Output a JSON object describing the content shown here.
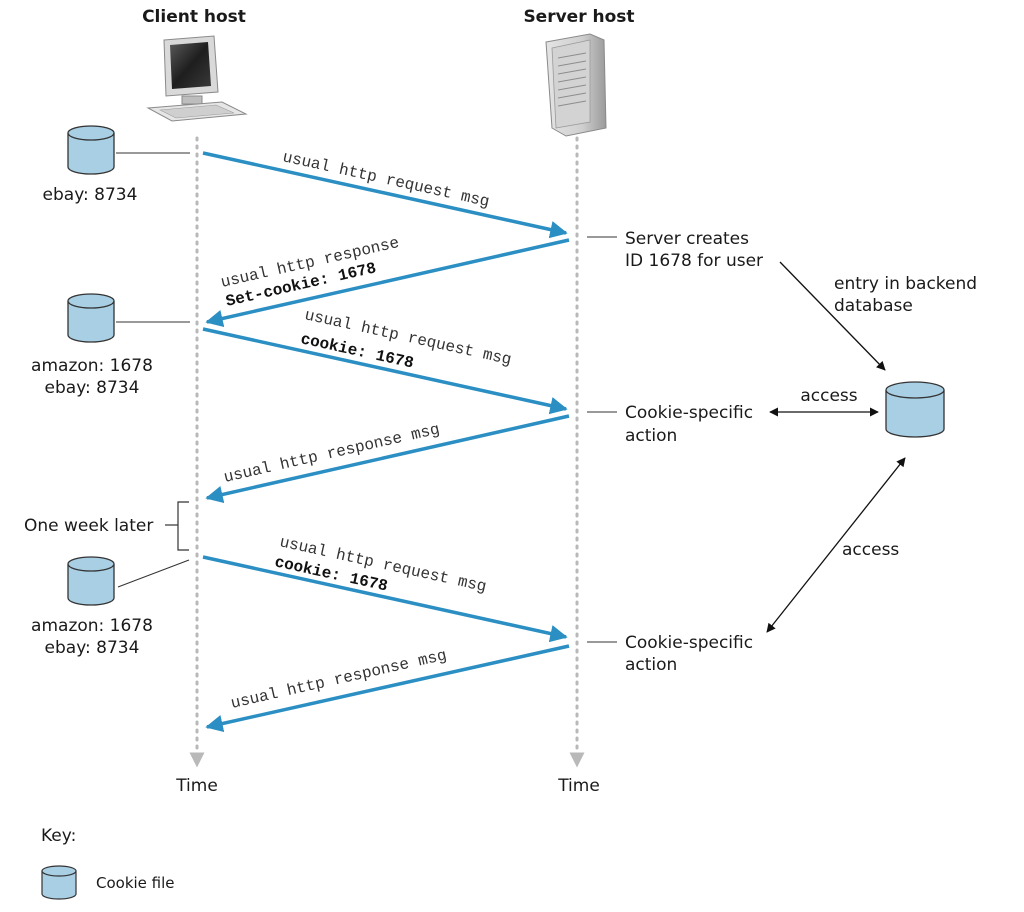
{
  "headers": {
    "client": "Client host",
    "server": "Server host"
  },
  "time_labels": {
    "client": "Time",
    "server": "Time"
  },
  "cookie_files": {
    "c1": [
      "ebay: 8734"
    ],
    "c2": [
      "amazon: 1678",
      "ebay: 8734"
    ],
    "c3": [
      "amazon: 1678",
      "ebay: 8734"
    ]
  },
  "messages": {
    "m1": [
      "usual http request msg"
    ],
    "m2": [
      "usual http response",
      "Set-cookie: 1678"
    ],
    "m3": [
      "usual http request msg",
      "cookie: 1678"
    ],
    "m4": [
      "usual http response msg"
    ],
    "m5": [
      "usual http request msg",
      "cookie: 1678"
    ],
    "m6": [
      "usual http response msg"
    ]
  },
  "server_notes": {
    "n1": [
      "Server creates",
      "ID 1678 for user"
    ],
    "n2": [
      "Cookie-specific",
      "action"
    ],
    "n3": [
      "Cookie-specific",
      "action"
    ]
  },
  "backend": {
    "label": [
      "entry in backend",
      "database"
    ],
    "access1": "access",
    "access2": "access"
  },
  "one_week_later": "One week later",
  "key": {
    "title": "Key:",
    "cookie_file": "Cookie file"
  },
  "colors": {
    "arrow": "#2b8fc3",
    "cylinder_fill": "#a9cfe4",
    "cylinder_stroke": "#333333",
    "timeline": "#b9b9b9"
  }
}
